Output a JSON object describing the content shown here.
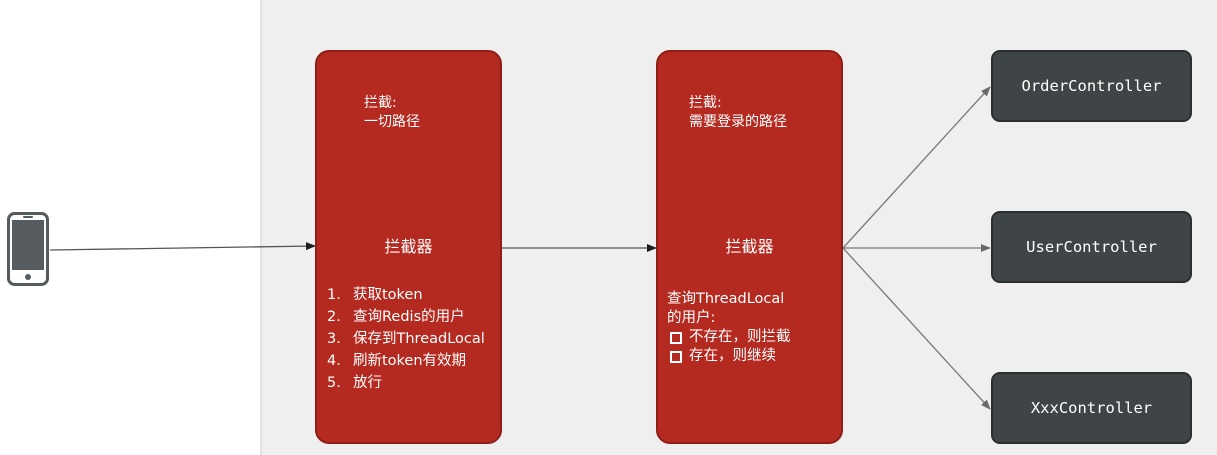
{
  "interceptor_1": {
    "scope_label": "拦截:",
    "scope_value": "一切路径",
    "title": "拦截器",
    "steps": [
      {
        "num": "1.",
        "text": "获取token"
      },
      {
        "num": "2.",
        "text": "查询Redis的用户"
      },
      {
        "num": "3.",
        "text": "保存到ThreadLocal"
      },
      {
        "num": "4.",
        "text": "刷新token有效期"
      },
      {
        "num": "5.",
        "text": "放行"
      }
    ]
  },
  "interceptor_2": {
    "scope_label": "拦截:",
    "scope_value": "需要登录的路径",
    "title": "拦截器",
    "check_line1": "查询ThreadLocal",
    "check_line2": "的用户:",
    "options": [
      "不存在，则拦截",
      "存在，则继续"
    ]
  },
  "controllers": [
    "OrderController",
    "UserController",
    "XxxController"
  ],
  "client_icon": "smartphone-icon",
  "colors": {
    "interceptor": "#b42a20",
    "controller": "#3f4446",
    "arrow": "#555555",
    "server_zone": "#efefef"
  }
}
